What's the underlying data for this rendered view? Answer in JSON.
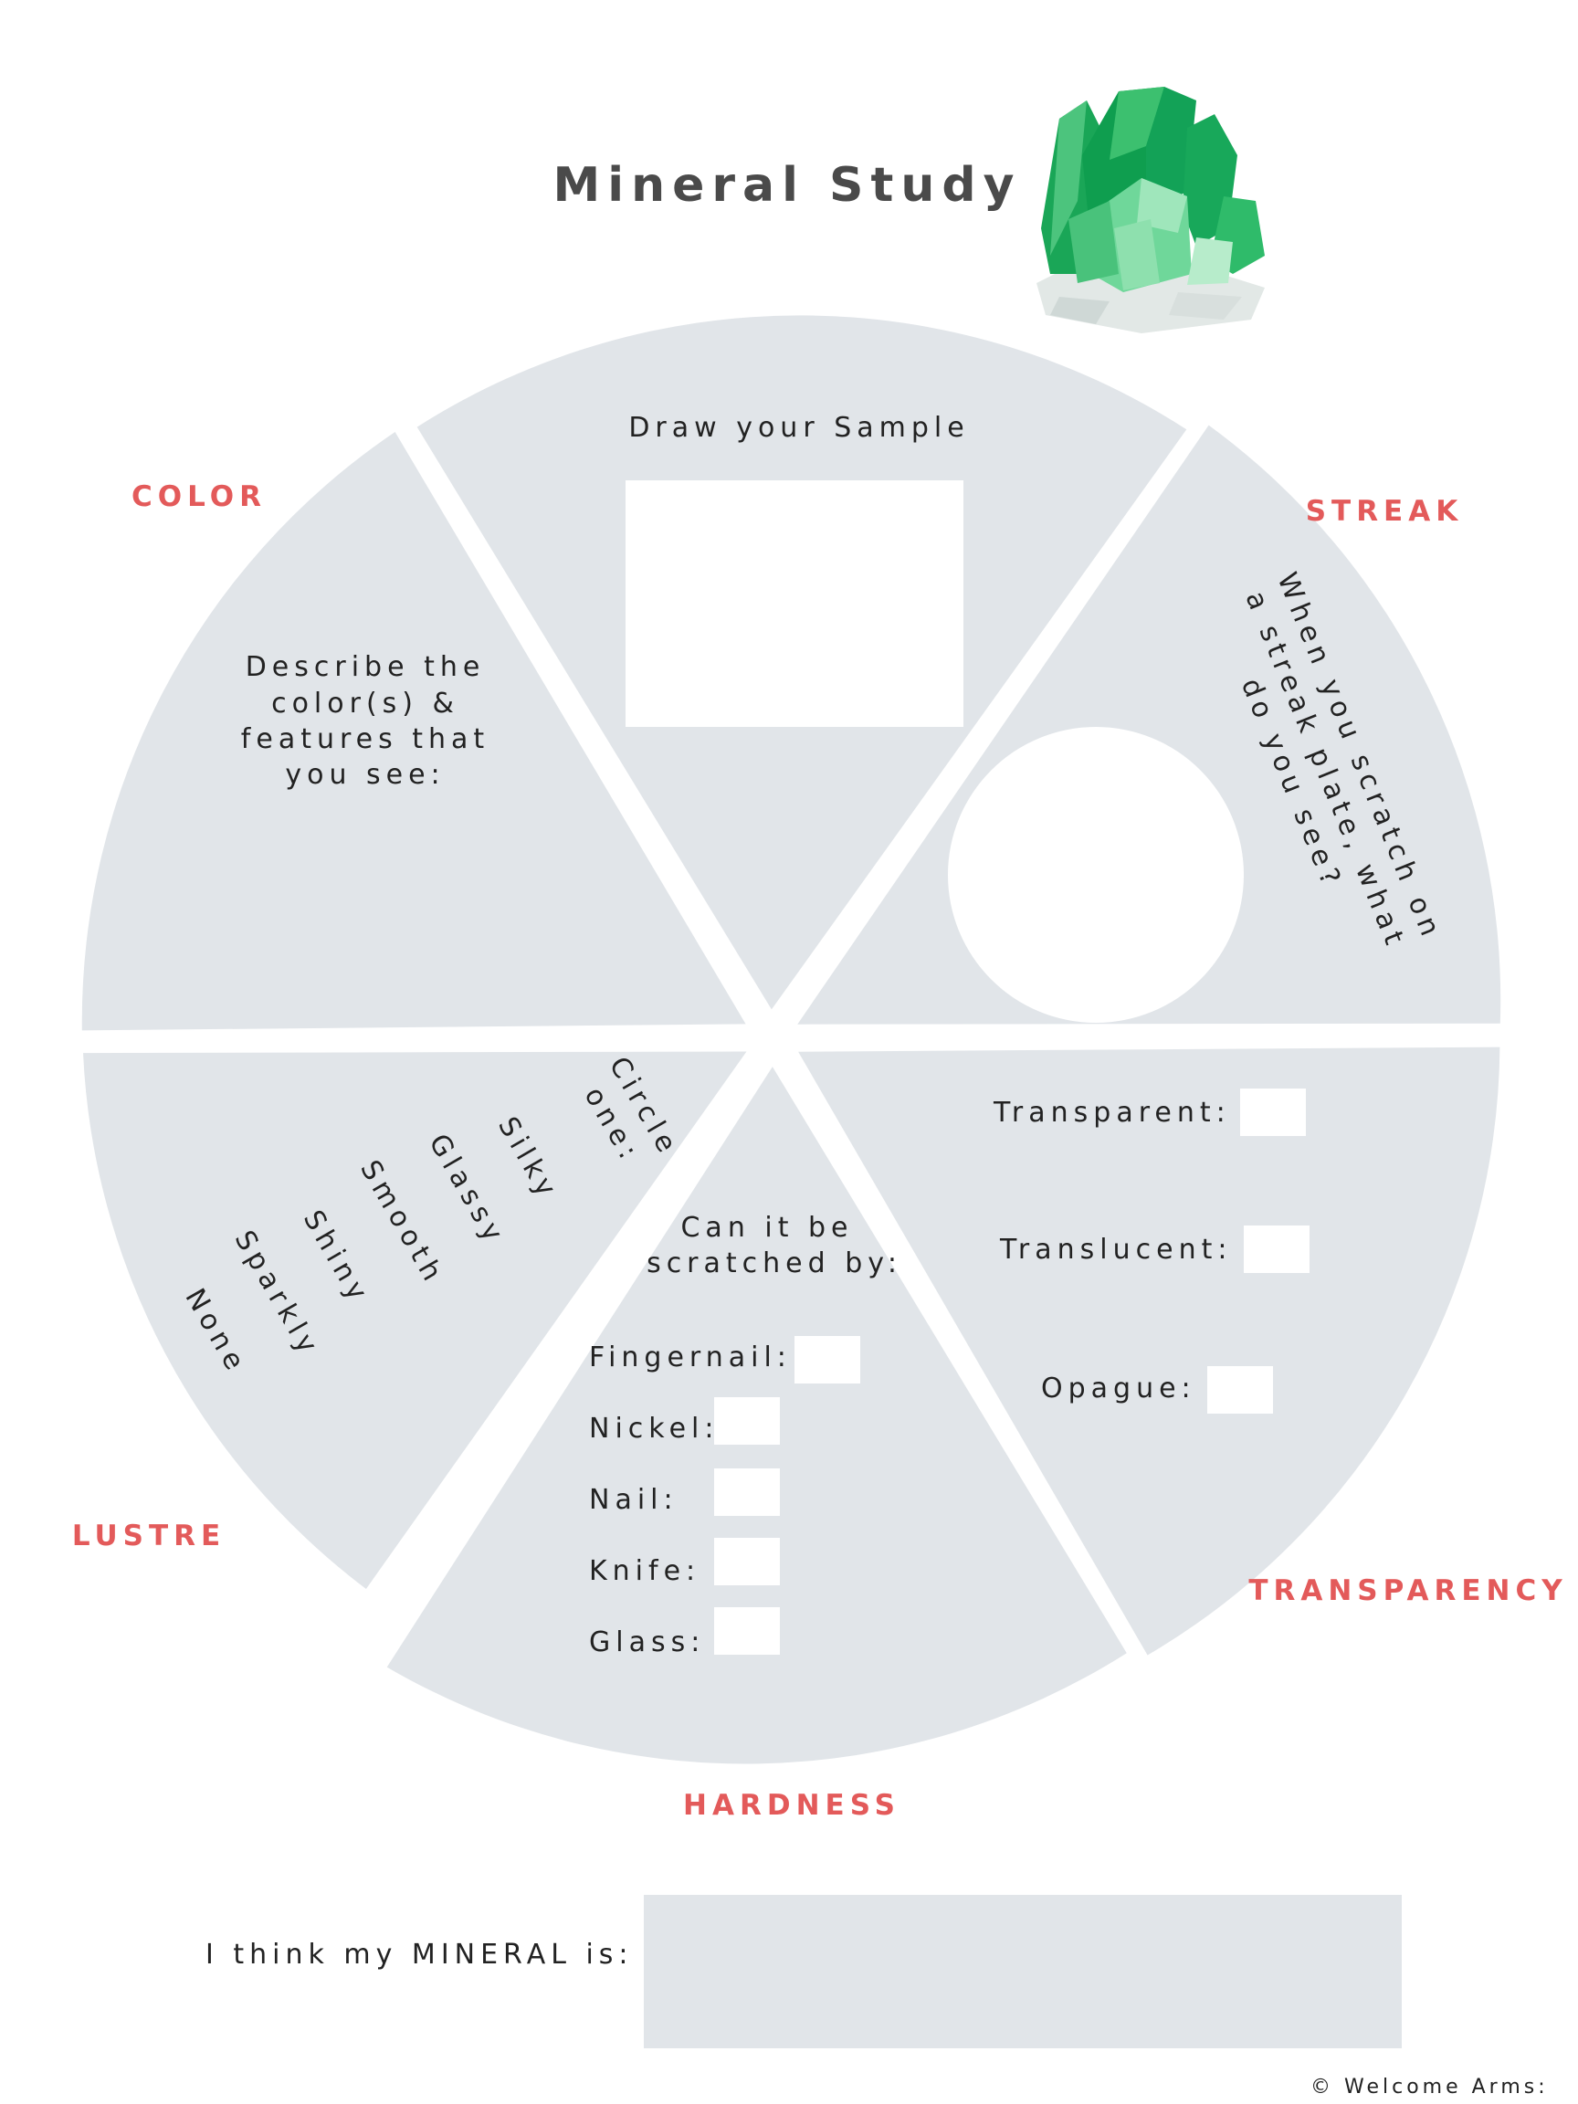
{
  "header": {
    "title": "Mineral Study"
  },
  "sections": {
    "color": {
      "heading": "COLOR",
      "prompt": [
        "Describe the",
        "color(s) &",
        "features that",
        "you see:"
      ]
    },
    "sample": {
      "prompt": "Draw your Sample"
    },
    "streak": {
      "heading": "STREAK",
      "prompt": [
        "When you scratch on",
        "a streak plate, what",
        "do you see?"
      ]
    },
    "transparency": {
      "heading": "TRANSPARENCY",
      "options": [
        "Transparent:",
        "Translucent:",
        "Opague:"
      ]
    },
    "hardness": {
      "heading": "HARDNESS",
      "prompt": [
        "Can it be",
        "scratched by:"
      ],
      "options": [
        "Fingernail:",
        "Nickel:",
        "Nail:",
        "Knife:",
        "Glass:"
      ]
    },
    "lustre": {
      "heading": "LUSTRE",
      "instruction": [
        "Circle",
        "one:"
      ],
      "options": [
        "Silky",
        "Glassy",
        "Smooth",
        "Shiny",
        "Sparkly",
        "None"
      ]
    }
  },
  "answer": {
    "label": "I think my MINERAL is:"
  },
  "footer": {
    "copyright": "© Welcome Arms:"
  },
  "colors": {
    "wedge": "#e1e5e9",
    "heading": "#e35a5a",
    "text": "#222222",
    "gem_dark": "#0f9e4f",
    "gem_light": "#5fd08a"
  }
}
